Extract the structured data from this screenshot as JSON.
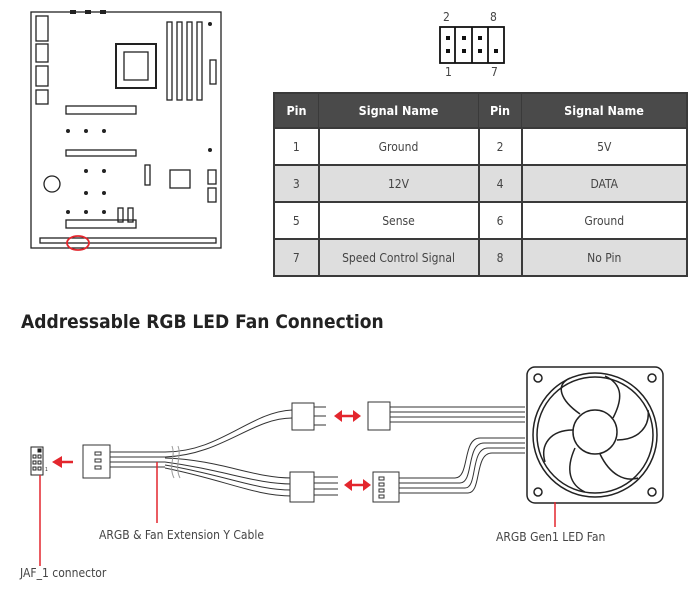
{
  "header_diagram": {
    "pin_labels": [
      "2",
      "8",
      "1",
      "7"
    ]
  },
  "table": {
    "headers": [
      "Pin",
      "Signal Name",
      "Pin",
      "Signal Name"
    ],
    "rows": [
      [
        "1",
        "Ground",
        "2",
        "5V"
      ],
      [
        "3",
        "12V",
        "4",
        "DATA"
      ],
      [
        "5",
        "Sense",
        "6",
        "Ground"
      ],
      [
        "7",
        "Speed Control Signal",
        "8",
        "No Pin"
      ]
    ]
  },
  "section_title": "Addressable RGB LED Fan Connection",
  "diagram": {
    "cable_label": "ARGB & Fan Extension Y Cable",
    "fan_label": "ARGB Gen1 LED Fan",
    "connector_label": "JAF_1 connector",
    "connector_pin_mark": "1",
    "accent_color": "#e3262d"
  }
}
